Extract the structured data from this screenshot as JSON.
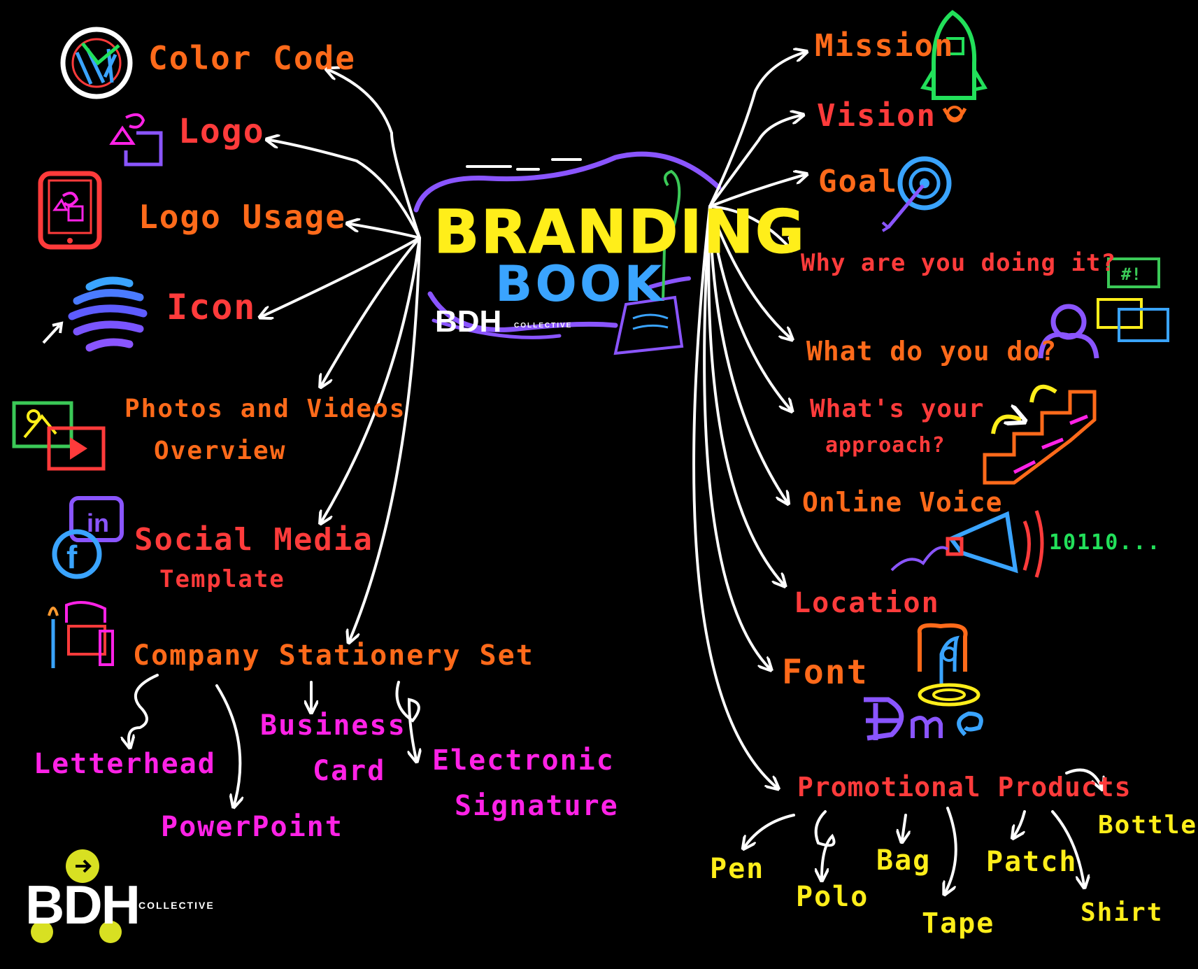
{
  "title": {
    "line1": "BRANDING",
    "line2": "BOOK"
  },
  "logo": {
    "letters": "BDH",
    "subtitle": "COLLECTIVE"
  },
  "left_branches": [
    "Color Code",
    "Logo",
    "Logo Usage",
    "Icon",
    "Photos and Videos",
    "Overview",
    "Social Media",
    "Template",
    "Company Stationery Set"
  ],
  "stationery_items": [
    "Letterhead",
    "PowerPoint",
    "Business",
    "Card",
    "Electronic",
    "Signature"
  ],
  "right_branches": [
    "Mission",
    "Vision",
    "Goal",
    "Why are you doing it?",
    "What do you do?",
    "What's your",
    "approach?",
    "Online Voice",
    "Location",
    "Font",
    "Promotional Products"
  ],
  "promo_items": [
    "Pen",
    "Polo",
    "Bag",
    "Tape",
    "Patch",
    "Shirt",
    "Bottle"
  ],
  "decorations": {
    "binary": "10110...",
    "chat": "#!",
    "social": "in",
    "social2": "f"
  },
  "colors": {
    "background": "#000000",
    "orange": "#ff6a1a",
    "red": "#ff3b3b",
    "magenta": "#ff22e6",
    "yellow": "#ffee1a",
    "blue": "#3aa4ff",
    "purple": "#8a55ff",
    "green": "#22e05a"
  }
}
